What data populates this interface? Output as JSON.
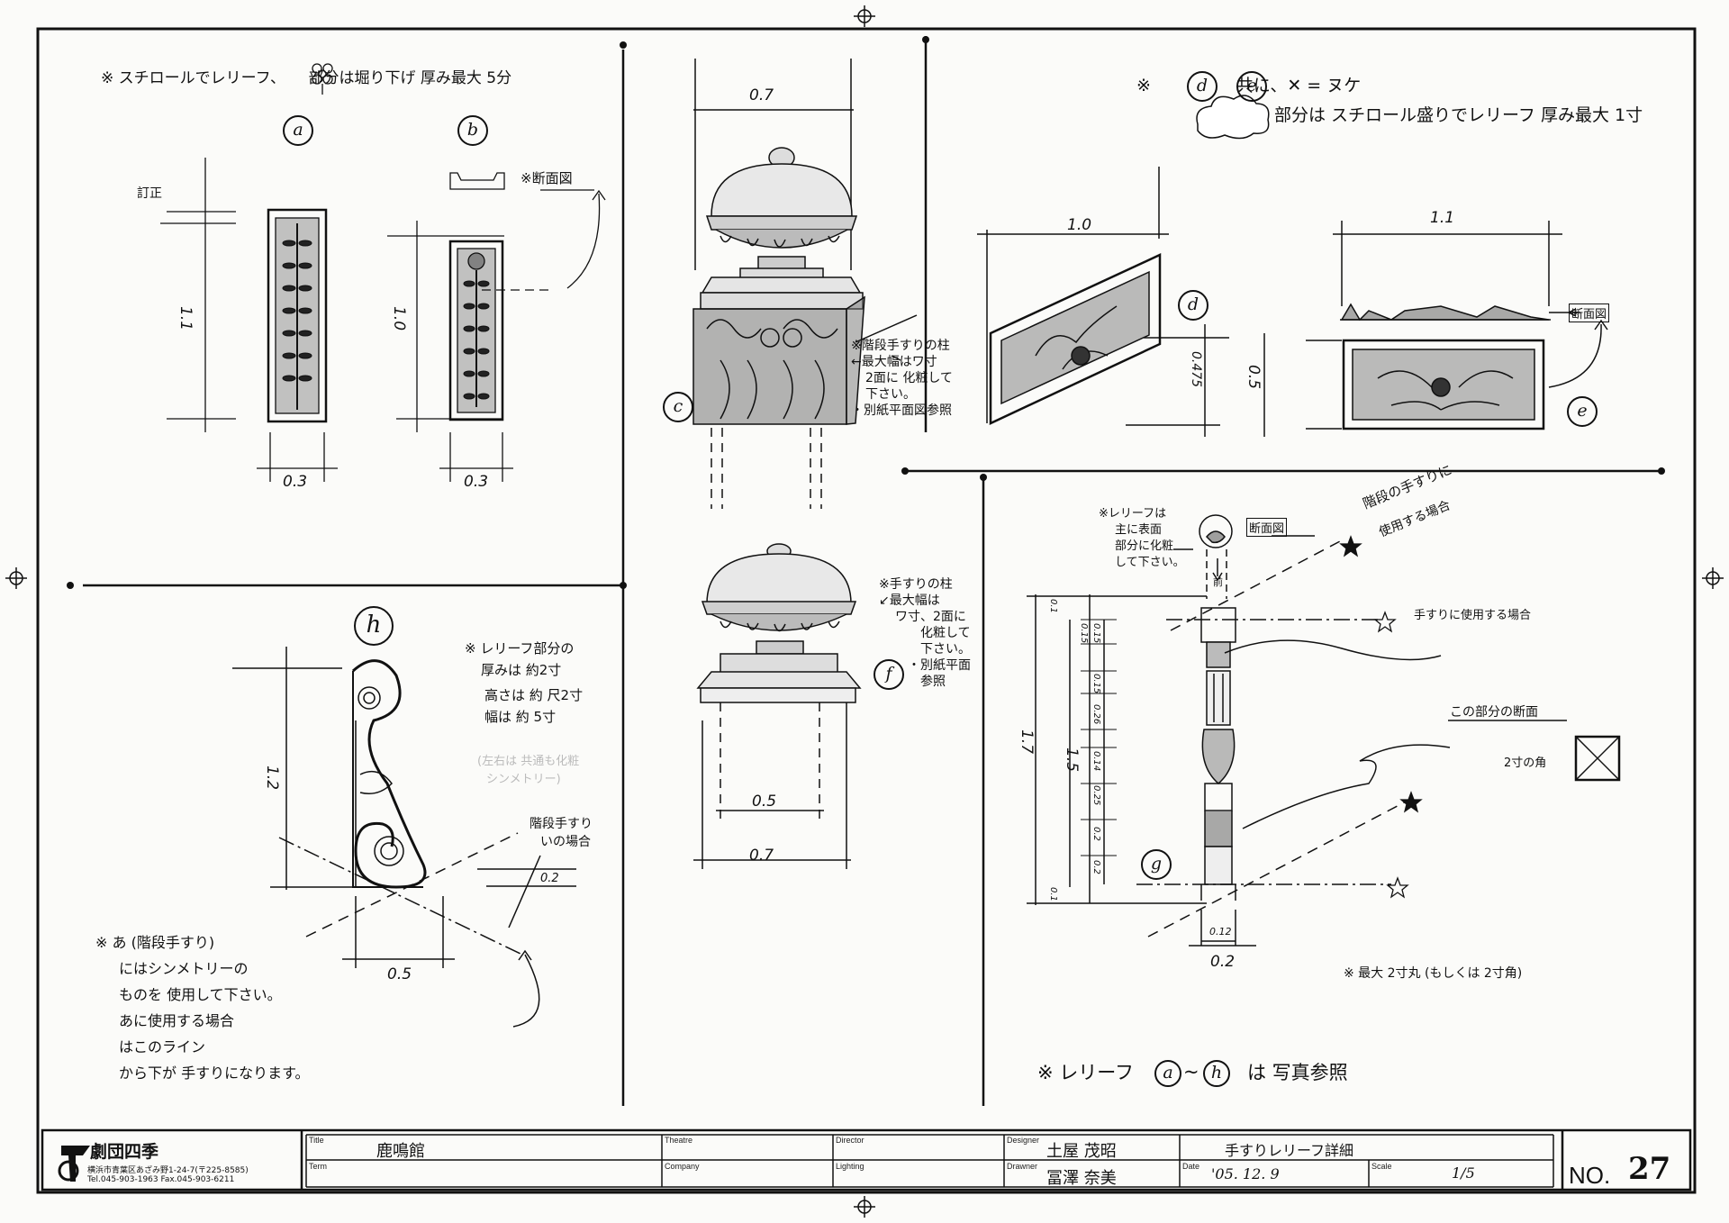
{
  "notes": {
    "top_left": "※ スチロールでレリーフ、　　部分は堀り下げ 厚み最大 5分",
    "top_right_line1": "※　　　　　共に、✕ = ヌケ",
    "top_right_line2": "部分は スチロール盛りでレリーフ 厚み最大 1寸",
    "pillar_c": [
      "※階段手すりの柱",
      "←最大幅はワ寸",
      "2面に 化粧して",
      "下さい。",
      "・別紙平面図参照"
    ],
    "pillar_f": [
      "※手すりの柱",
      "↙最大幅は",
      "ワ寸、2面に",
      "化粧して",
      "下さい。",
      "・別紙平面",
      "参照"
    ],
    "relief_h": [
      "※ レリーフ部分の",
      "厚みは 約2寸",
      "高さは 約 尺2寸",
      "幅は 約 5寸"
    ],
    "relief_h_faint": [
      "(左右は 共通も化粧",
      "シンメトリー)"
    ],
    "bottom_left": [
      "※ あ (階段手すり)",
      "にはシンメトリーの",
      "ものを 使用して下さい。",
      "あに使用する場合",
      "はこのライン",
      "から下が 手すりになります。"
    ],
    "stair_case": "階段手すり",
    "stair_case2": "いの場合",
    "g_note": [
      "※レリーフは",
      "主に表面",
      "部分に化粧",
      "して下さい。"
    ],
    "section_label": "断面図",
    "section_label_b": "※断面図",
    "front": "前",
    "stairs_use": "階段の手すりに",
    "stairs_use2": "使用する場合",
    "rail_use": "手すりに使用する場合",
    "section_this": "この部分の断面",
    "square_label": "2寸の角",
    "max_note": "※ 最大 2寸丸 (もしくは 2寸角)",
    "photo_ref": "※ レリーフ　　　　　　は 写真参照",
    "teisei": "訂正"
  },
  "labels": {
    "a": "a",
    "b": "b",
    "c": "c",
    "d": "d",
    "e": "e",
    "f": "f",
    "g": "g",
    "h": "h"
  },
  "dims": {
    "a_h": "1.1",
    "a_w": "0.3",
    "b_h": "1.0",
    "b_w": "0.3",
    "c_w": "0.7",
    "f_w1": "0.5",
    "f_w2": "0.7",
    "d_w": "1.0",
    "d_h": "0.475",
    "e_w": "1.1",
    "e_h": "0.5",
    "h_h": "1.2",
    "h_w": "0.5",
    "h_02": "0.2",
    "g_17": "1.7",
    "g_15": "1.5",
    "g_01a": "0.1",
    "g_015a": "0.15",
    "g_015b": "0.15",
    "g_015c": "0.15",
    "g_026": "0.26",
    "g_014": "0.14",
    "g_025": "0.25",
    "g_02a": "0.2",
    "g_02b": "0.2",
    "g_01b": "0.1",
    "g_012": "0.12",
    "g_02w": "0.2"
  },
  "titleblock": {
    "company": "劇団四季",
    "address": "横浜市青葉区あざみ野1-24-7(〒225-8585)",
    "tel": "Tel.045-903-1963  Fax.045-903-6211",
    "title_label": "Title",
    "title": "鹿鳴館",
    "term_label": "Term",
    "theatre_label": "Theatre",
    "company_label": "Company",
    "director_label": "Director",
    "lighting_label": "Lighting",
    "designer_label": "Designer",
    "designer": "土屋 茂昭",
    "drawner_label": "Drawner",
    "drawner": "冨澤 奈美",
    "subject": "手すりレリーフ詳細",
    "date_label": "Date",
    "date": "'05. 12. 9",
    "scale_label": "Scale",
    "scale": "1/5",
    "no_label": "NO.",
    "no": "27"
  }
}
